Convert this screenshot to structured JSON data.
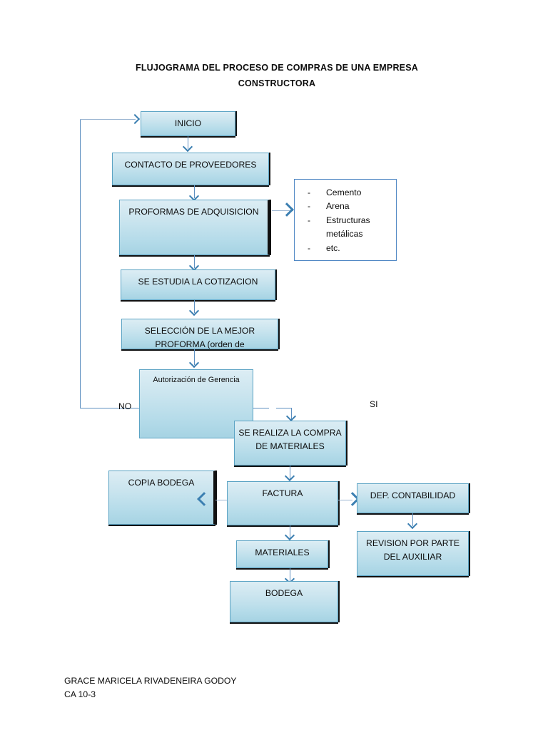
{
  "document": {
    "title_line1": "FLUJOGRAMA DEL PROCESO DE COMPRAS DE UNA EMPRESA",
    "title_line2": "CONSTRUCTORA"
  },
  "flowchart": {
    "nodes": {
      "inicio": "INICIO",
      "contacto_proveedores": "CONTACTO DE PROVEEDORES",
      "proformas_adquisicion": "PROFORMAS DE ADQUISICION",
      "se_estudia_cotizacion": "SE ESTUDIA LA COTIZACION",
      "seleccion_proforma": "SELECCIÓN DE LA MEJOR PROFORMA (orden de",
      "autorizacion_gerencia": "Autorización de Gerencia",
      "compra_materiales": "SE REALIZA LA COMPRA DE MATERIALES",
      "copia_bodega": "COPIA BODEGA",
      "factura": "FACTURA",
      "dep_contabilidad": "DEP. CONTABILIDAD",
      "materiales": "MATERIALES",
      "revision_auxiliar": "REVISION POR PARTE DEL AUXILIAR",
      "bodega": "BODEGA"
    },
    "materials_list": {
      "bullet": "-",
      "items": [
        "Cemento",
        "Arena",
        "Estructuras",
        "metálicas",
        "etc."
      ]
    },
    "branch_labels": {
      "no": "NO",
      "si": "SI"
    }
  },
  "footer": {
    "author": "GRACE MARICELA RIVADENEIRA GODOY",
    "course": "CA 10-3"
  },
  "colors": {
    "node_fill_top": "#dcedf4",
    "node_fill_bottom": "#a6d3e3",
    "node_border": "#5ba3c4",
    "connector": "#5d8fc0",
    "arrow": "#3c7fb1",
    "text": "#0d0d0d",
    "page_background": "#ffffff"
  }
}
